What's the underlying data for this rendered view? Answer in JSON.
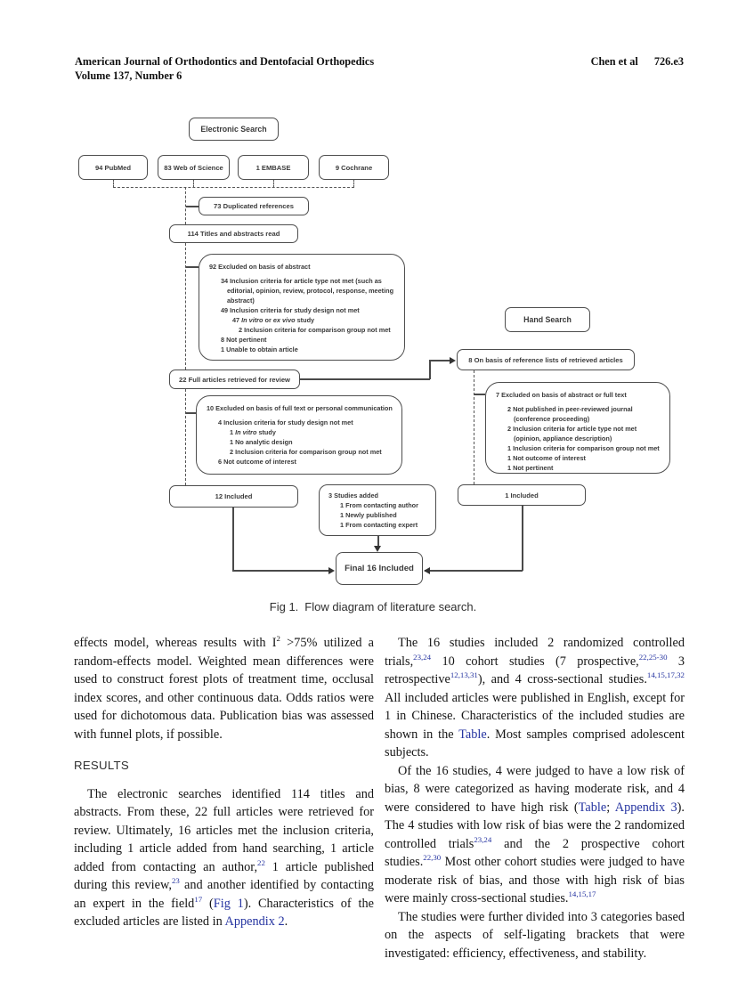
{
  "header": {
    "journal_name": "American Journal of Orthodontics and Dentofacial Orthopedics",
    "volume_issue": "Volume 137, Number 6",
    "authors": "Chen et al",
    "page_number": "726.e3"
  },
  "diagram": {
    "electronic_search": "Electronic Search",
    "hand_search": "Hand Search",
    "pubmed": "94 PubMed",
    "web_of_science": "83 Web of Science",
    "embase": "1 EMBASE",
    "cochrane": "9 Cochrane",
    "duplicated": "73 Duplicated references",
    "titles_read": "114 Titles and abstracts read",
    "full_articles": "22 Full articles retrieved for review",
    "ref_lists": "8 On basis of reference lists of retrieved articles",
    "included_12": "12 Included",
    "included_1": "1 Included",
    "final_included": "Final 16 Included",
    "excluded_abstract": {
      "lines": [
        {
          "ind": 0,
          "gap": true,
          "segs": [
            {
              "t": "92 Excluded on basis of abstract"
            }
          ]
        },
        {
          "ind": 1,
          "segs": [
            {
              "t": "34 Inclusion criteria for article type not met (such as"
            }
          ]
        },
        {
          "ind": 2,
          "segs": [
            {
              "t": "editorial, opinion, review, protocol, response, meeting"
            }
          ]
        },
        {
          "ind": 2,
          "segs": [
            {
              "t": "abstract)"
            }
          ]
        },
        {
          "ind": 1,
          "segs": [
            {
              "t": "49 Inclusion criteria for study design not met"
            }
          ]
        },
        {
          "ind": 3,
          "segs": [
            {
              "t": "47 "
            },
            {
              "t": "In vitro",
              "i": true
            },
            {
              "t": " or "
            },
            {
              "t": "ex vivo",
              "i": true
            },
            {
              "t": " study"
            }
          ]
        },
        {
          "ind": 4,
          "segs": [
            {
              "t": "2 Inclusion criteria for comparison group not met"
            }
          ]
        },
        {
          "ind": 1,
          "segs": [
            {
              "t": "8 Not pertinent"
            }
          ]
        },
        {
          "ind": 1,
          "segs": [
            {
              "t": "1 Unable to obtain article"
            }
          ]
        }
      ]
    },
    "excluded_fulltext": {
      "lines": [
        {
          "ind": 0,
          "gap": true,
          "segs": [
            {
              "t": "10 Excluded on basis of full text or personal communication"
            }
          ]
        },
        {
          "ind": 1,
          "segs": [
            {
              "t": "4 Inclusion criteria for study design not met"
            }
          ]
        },
        {
          "ind": 3,
          "segs": [
            {
              "t": "1 "
            },
            {
              "t": "In vitro",
              "i": true
            },
            {
              "t": " study"
            }
          ]
        },
        {
          "ind": 3,
          "segs": [
            {
              "t": "1 No analytic design"
            }
          ]
        },
        {
          "ind": 3,
          "segs": [
            {
              "t": "2 Inclusion criteria for comparison group not met"
            }
          ]
        },
        {
          "ind": 1,
          "segs": [
            {
              "t": "6 Not outcome of interest"
            }
          ]
        }
      ]
    },
    "excluded_hand": {
      "lines": [
        {
          "ind": 0,
          "gap": true,
          "segs": [
            {
              "t": "7 Excluded on basis of abstract or full text"
            }
          ]
        },
        {
          "ind": 1,
          "segs": [
            {
              "t": "2 Not published in peer-reviewed journal"
            }
          ]
        },
        {
          "ind": 2,
          "segs": [
            {
              "t": "(conference proceeding)"
            }
          ]
        },
        {
          "ind": 1,
          "segs": [
            {
              "t": "2 Inclusion criteria for article type not met"
            }
          ]
        },
        {
          "ind": 2,
          "segs": [
            {
              "t": "(opinion, appliance description)"
            }
          ]
        },
        {
          "ind": 1,
          "segs": [
            {
              "t": "1 Inclusion criteria for comparison group not met"
            }
          ]
        },
        {
          "ind": 1,
          "segs": [
            {
              "t": "1 Not outcome of interest"
            }
          ]
        },
        {
          "ind": 1,
          "segs": [
            {
              "t": "1 Not pertinent"
            }
          ]
        }
      ]
    },
    "studies_added": {
      "lines": [
        {
          "ind": 0,
          "segs": [
            {
              "t": "3 Studies added"
            }
          ]
        },
        {
          "ind": 1,
          "segs": [
            {
              "t": "1 From contacting author"
            }
          ]
        },
        {
          "ind": 1,
          "segs": [
            {
              "t": "1 Newly published"
            }
          ]
        },
        {
          "ind": 1,
          "segs": [
            {
              "t": "1 From contacting expert"
            }
          ]
        }
      ]
    }
  },
  "figure_caption": {
    "label": "Fig 1.",
    "text": "Flow diagram of literature search."
  },
  "article": {
    "results_heading": "RESULTS",
    "left_p1": {
      "segs": [
        {
          "t": "effects model, whereas results with I"
        },
        {
          "t": "2",
          "sup": true
        },
        {
          "t": " >75% utilized a random-effects model. Weighted mean differences were used to construct forest plots of treatment time, occlusal index scores, and other continuous data. Odds ratios were used for dichotomous data. Publication bias was assessed with funnel plots, if possible."
        }
      ]
    },
    "left_p2": {
      "segs": [
        {
          "t": "The electronic searches identified 114 titles and abstracts. From these, 22 full articles were retrieved for review. Ultimately, 16 articles met the inclusion criteria, including 1 article added from hand searching, 1 article added from contacting an author,"
        },
        {
          "t": "22",
          "sup": true,
          "link": true
        },
        {
          "t": " 1 article published during this review,"
        },
        {
          "t": "23",
          "sup": true,
          "link": true
        },
        {
          "t": " and another identified by contacting an expert in the field"
        },
        {
          "t": "17",
          "sup": true,
          "link": true
        },
        {
          "t": " ("
        },
        {
          "t": "Fig 1",
          "link": true
        },
        {
          "t": "). Characteristics of the excluded articles are listed in "
        },
        {
          "t": "Appendix 2",
          "link": true
        },
        {
          "t": "."
        }
      ]
    },
    "right_p1": {
      "segs": [
        {
          "t": "The 16 studies included 2 randomized controlled trials,"
        },
        {
          "t": "23,24",
          "sup": true,
          "link": true
        },
        {
          "t": " 10 cohort studies (7 prospective,"
        },
        {
          "t": "22,25-30",
          "sup": true,
          "link": true
        },
        {
          "t": " 3 retrospective"
        },
        {
          "t": "12,13,31",
          "sup": true,
          "link": true
        },
        {
          "t": "), and 4 cross-sectional studies."
        },
        {
          "t": "14,15,17,32",
          "sup": true,
          "link": true
        },
        {
          "t": " All included articles were published in English, except for 1 in Chinese. Characteristics of the included studies are shown in the "
        },
        {
          "t": "Table",
          "link": true
        },
        {
          "t": ". Most samples comprised adolescent subjects."
        }
      ]
    },
    "right_p2": {
      "segs": [
        {
          "t": "Of the 16 studies, 4 were judged to have a low risk of bias, 8 were categorized as having moderate risk, and 4 were considered to have high risk ("
        },
        {
          "t": "Table",
          "link": true
        },
        {
          "t": "; "
        },
        {
          "t": "Appendix 3",
          "link": true
        },
        {
          "t": "). The 4 studies with low risk of bias were the 2 randomized controlled trials"
        },
        {
          "t": "23,24",
          "sup": true,
          "link": true
        },
        {
          "t": " and the 2 prospective cohort studies."
        },
        {
          "t": "22,30",
          "sup": true,
          "link": true
        },
        {
          "t": " Most other cohort studies were judged to have moderate risk of bias, and those with high risk of bias were mainly cross-sectional studies."
        },
        {
          "t": "14,15,17",
          "sup": true,
          "link": true
        }
      ]
    },
    "right_p3": {
      "segs": [
        {
          "t": "The studies were further divided into 3 categories based on the aspects of self-ligating brackets that were investigated: efficiency, effectiveness, and stability."
        }
      ]
    }
  }
}
